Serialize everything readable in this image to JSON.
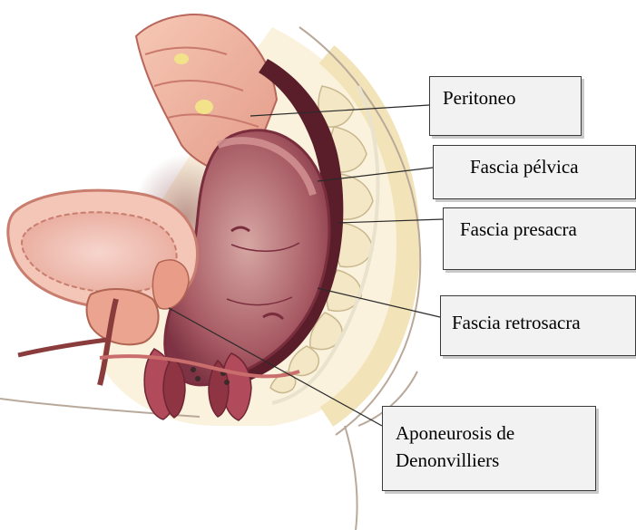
{
  "labels": {
    "peritoneo": "Peritoneo",
    "fascia_pelvica": "Fascia pélvica",
    "fascia_presacra": "Fascia presacra",
    "fascia_retrosacra": "Fascia retrosacra",
    "aponeurosis_line1": "Aponeurosis de",
    "aponeurosis_line2": "Denonvilliers"
  },
  "colors": {
    "tissue_pink": "#e8a99a",
    "rectum_dark": "#8e3f4c",
    "sacrum_bone": "#f3e7c6",
    "fat_yellow": "#f7f0c8",
    "skin_line": "#b9a99a"
  }
}
